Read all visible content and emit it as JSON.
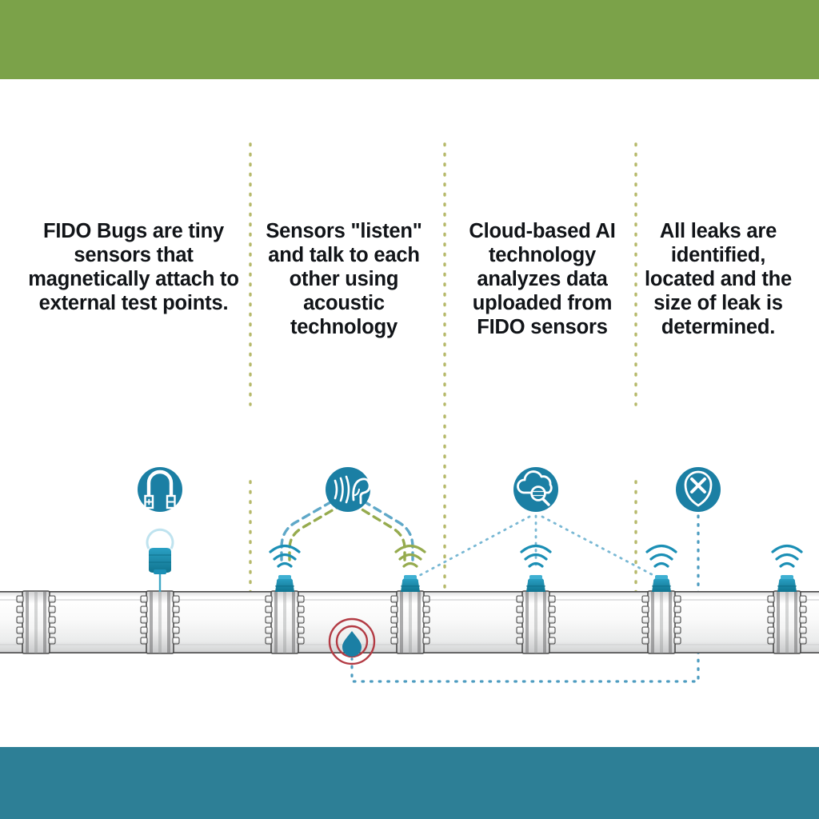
{
  "palette": {
    "band_green": "#7ba249",
    "band_teal": "#2d7f96",
    "icon_teal": "#1b7fa4",
    "sensor_teal": "#1b8fb5",
    "divider_olive": "#b6b96a",
    "link_blue": "#5fa8c8",
    "link_green": "#96ab4e",
    "leak_red": "#b33b44",
    "drop_blue": "#1b7fa4",
    "pipe_light": "#fbfbfb",
    "pipe_outline": "#4a4a4a",
    "text_dark": "#111418"
  },
  "bands": {
    "top_label": "green-header-band",
    "bottom_label": "teal-footer-band"
  },
  "steps": [
    {
      "id": "step-1",
      "caption": "FIDO Bugs are tiny sensors that magnetically attach to external test points.",
      "icon": "magnet-icon"
    },
    {
      "id": "step-2",
      "caption": "Sensors \"listen\" and talk to each other using acoustic technology",
      "icon": "ear-listening-icon"
    },
    {
      "id": "step-3",
      "caption": "Cloud-based AI technology analyzes data uploaded from FIDO sensors",
      "icon": "cloud-search-icon"
    },
    {
      "id": "step-4",
      "caption": "All leaks are identified, located and the size of leak is determined.",
      "icon": "leak-pinpoint-x-icon"
    }
  ],
  "diagram": {
    "pipeline_label": "water-pipeline",
    "flange_label": "pipe-flange-joint",
    "sensor_label": "fido-bug-sensor",
    "signal_label": "acoustic-signal-waves",
    "detached_bug_label": "fido-bug-with-magnet",
    "leak_label": "leak-indicator",
    "water_drop_label": "water-drop-icon",
    "divider_label": "step-divider-dotted-line",
    "acoustic_link_label": "acoustic-link-dashed",
    "cloud_link_label": "cloud-upload-dotted-link",
    "leak_trace_label": "leak-location-trace"
  }
}
